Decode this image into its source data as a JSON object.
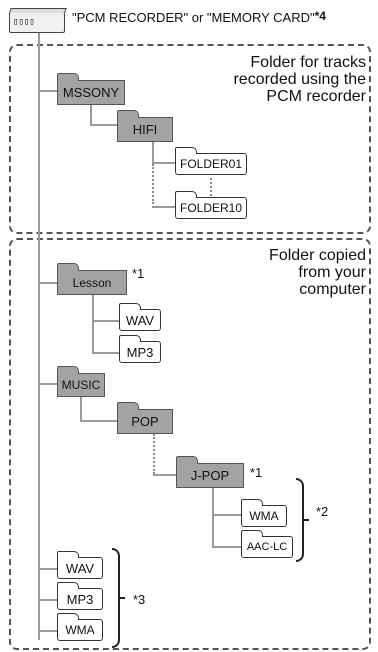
{
  "device": {
    "icon_text": "▯▯▯▯",
    "title": "\"PCM RECORDER\" or \"MEMORY CARD\"",
    "title_note": "*4"
  },
  "pcm_box": {
    "label": [
      "Folder for tracks",
      "recorded using the",
      "PCM recorder"
    ],
    "folders": {
      "mssony": "MSSONY",
      "hifi": "HIFI",
      "folder01": "FOLDER01",
      "folder10": "FOLDER10"
    }
  },
  "copied_box": {
    "label": [
      "Folder copied",
      "from your",
      "computer"
    ],
    "folders": {
      "lesson": "Lesson",
      "lesson_wav": "WAV",
      "lesson_mp3": "MP3",
      "music": "MUSIC",
      "pop": "POP",
      "jpop": "J-POP",
      "jpop_wma": "WMA",
      "jpop_aac": "AAC-LC",
      "root_wav": "WAV",
      "root_mp3": "MP3",
      "root_wma": "WMA"
    },
    "notes": {
      "lesson": "*1",
      "jpop": "*1",
      "formats": "*2",
      "root_files": "*3"
    }
  },
  "colors": {
    "folder_gray": "#a3a3a3",
    "line": "#9a9a9a",
    "box_border": "#555555"
  }
}
